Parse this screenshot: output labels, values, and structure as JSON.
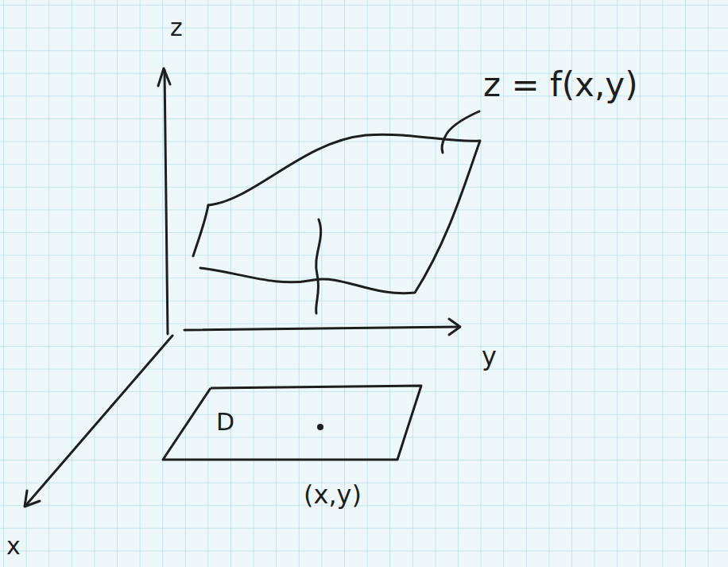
{
  "diagram": {
    "nodes": [
      {
        "text": [
          "D"
        ]
      }
    ],
    "labels": [
      "z",
      "y",
      "x",
      "z = f(x,y)",
      "(x,y)"
    ]
  }
}
